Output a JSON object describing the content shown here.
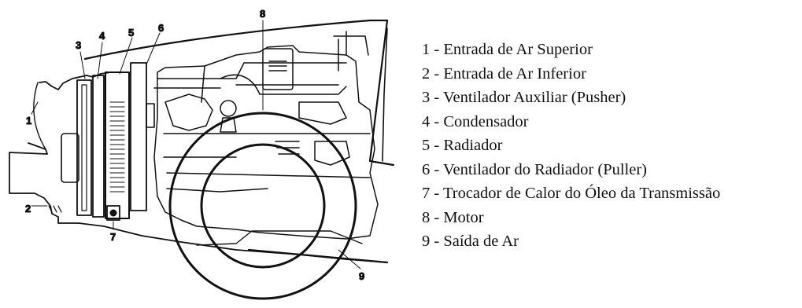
{
  "callouts": [
    "1",
    "2",
    "3",
    "4",
    "5",
    "6",
    "7",
    "8",
    "9"
  ],
  "legend": [
    "1 -  Entrada de Ar Superior",
    "2 -  Entrada de Ar Inferior",
    "3 - Ventilador Auxiliar (Pusher)",
    "4 - Condensador",
    "5 - Radiador",
    "6 - Ventilador do Radiador (Puller)",
    "7 - Trocador de Calor do Óleo da Transmissão",
    "8 - Motor",
    "9 - Saída de Ar"
  ]
}
